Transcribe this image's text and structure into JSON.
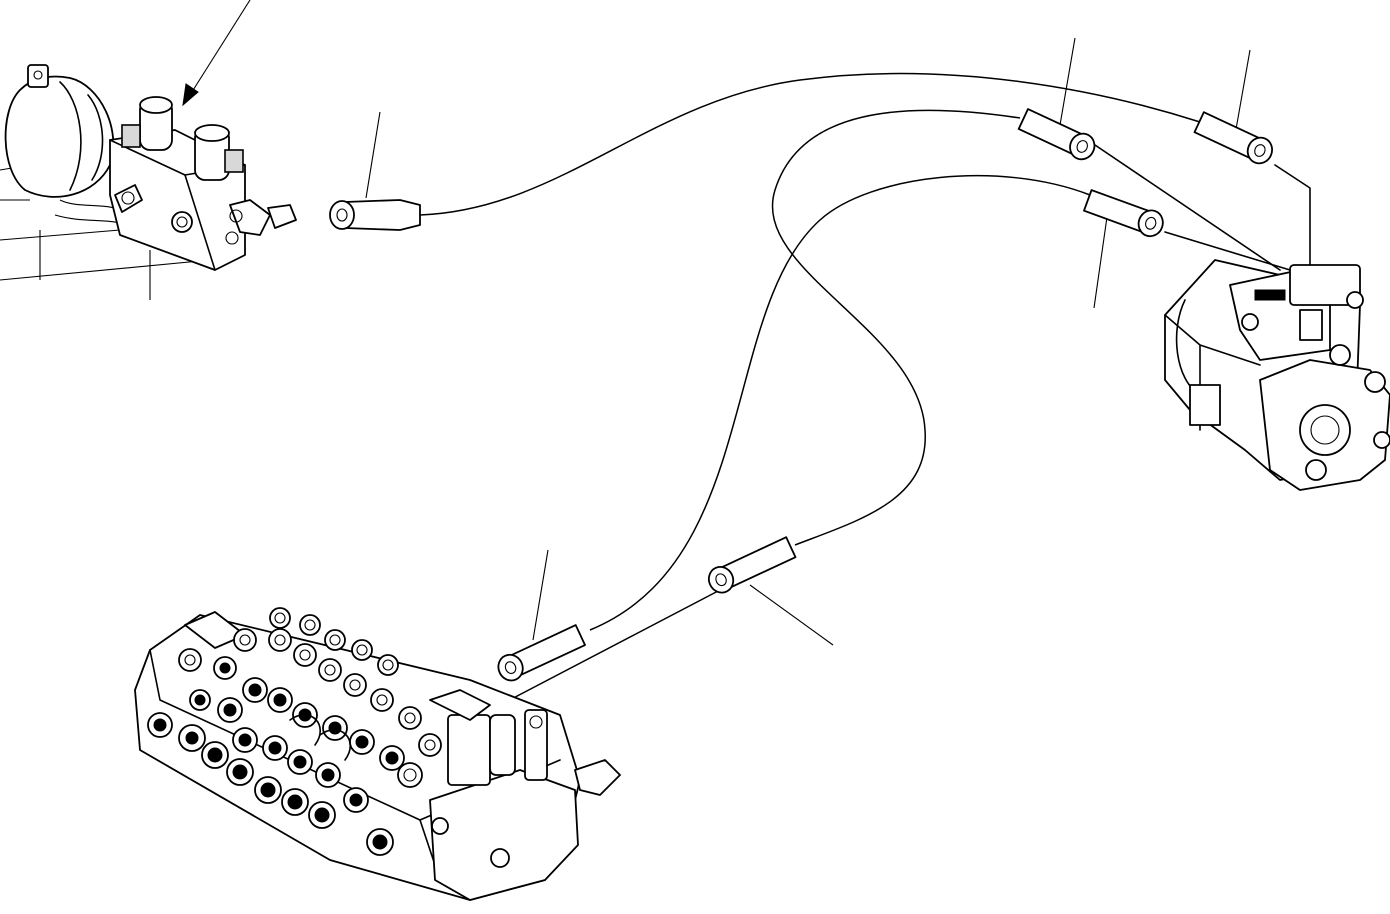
{
  "diagram": {
    "type": "hydraulic-parts-drawing",
    "labels": [],
    "components": [
      {
        "id": "brake-valve-assembly",
        "icon": "valve-block-icon"
      },
      {
        "id": "hydraulic-pump",
        "icon": "pump-icon"
      },
      {
        "id": "control-valve-bank",
        "icon": "multi-spool-valve-icon"
      }
    ],
    "hoses": [
      {
        "from": "brake-valve-assembly",
        "to": "hydraulic-pump"
      },
      {
        "from": "control-valve-bank",
        "to": "hydraulic-pump"
      },
      {
        "from": "control-valve-bank",
        "to": "hydraulic-pump"
      }
    ],
    "leader_count": 7,
    "background": "#ffffff",
    "line_color": "#000000"
  }
}
